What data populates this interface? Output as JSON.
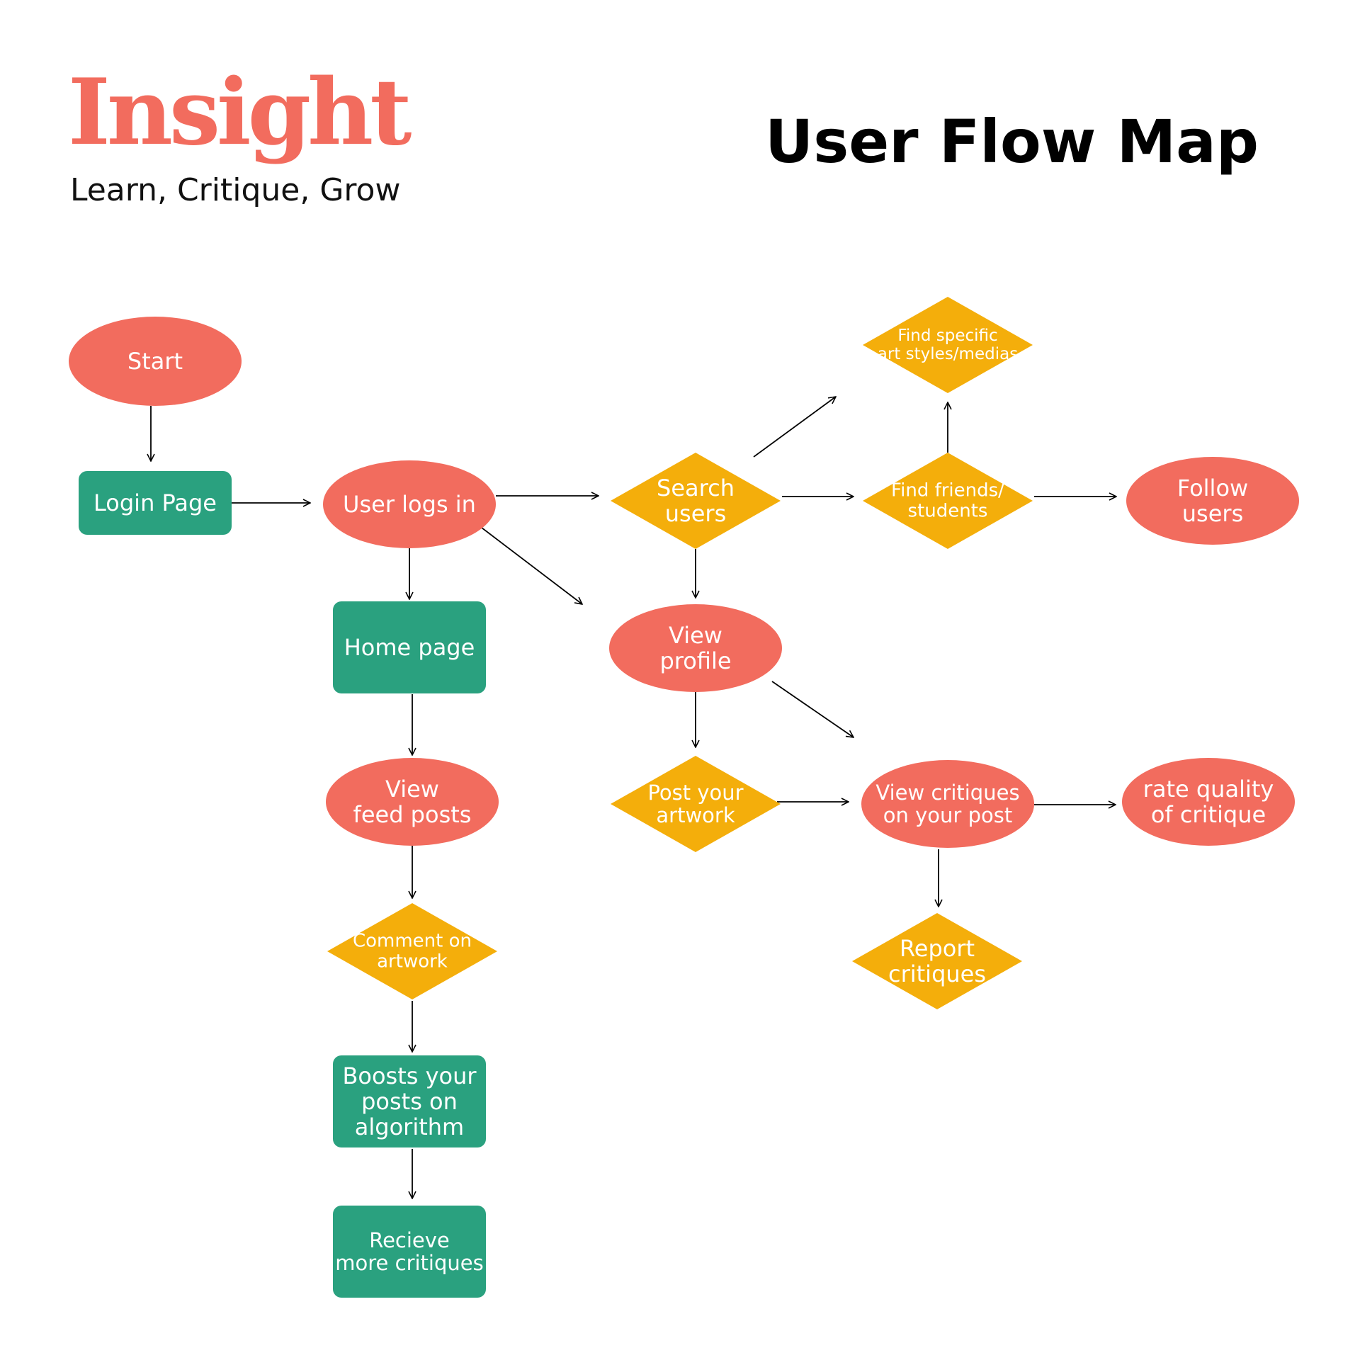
{
  "header": {
    "logo": "Insight",
    "tagline": "Learn, Critique, Grow",
    "title": "User Flow Map"
  },
  "colors": {
    "coral": "#f26c5e",
    "teal": "#2aa17f",
    "amber": "#f4ae0b",
    "edge": "#000000",
    "text": "#ffffff"
  },
  "nodes": [
    {
      "id": "start",
      "shape": "ellipse",
      "color": "coral",
      "lines": [
        "Start"
      ]
    },
    {
      "id": "login-page",
      "shape": "rect",
      "color": "teal",
      "lines": [
        "Login Page"
      ]
    },
    {
      "id": "user-logs-in",
      "shape": "ellipse",
      "color": "coral",
      "lines": [
        "User logs in"
      ]
    },
    {
      "id": "search-users",
      "shape": "diamond",
      "color": "amber",
      "lines": [
        "Search",
        "users"
      ]
    },
    {
      "id": "find-art-styles",
      "shape": "diamond",
      "color": "amber",
      "lines": [
        "Find specific",
        "art styles/medias"
      ]
    },
    {
      "id": "find-friends",
      "shape": "diamond",
      "color": "amber",
      "lines": [
        "Find friends/",
        "students"
      ]
    },
    {
      "id": "follow-users",
      "shape": "ellipse",
      "color": "coral",
      "lines": [
        "Follow",
        "users"
      ]
    },
    {
      "id": "home-page",
      "shape": "rect",
      "color": "teal",
      "lines": [
        "Home page"
      ]
    },
    {
      "id": "view-profile",
      "shape": "ellipse",
      "color": "coral",
      "lines": [
        "View",
        "profile"
      ]
    },
    {
      "id": "view-feed-posts",
      "shape": "ellipse",
      "color": "coral",
      "lines": [
        "View",
        "feed posts"
      ]
    },
    {
      "id": "post-artwork",
      "shape": "diamond",
      "color": "amber",
      "lines": [
        "Post your",
        "artwork"
      ]
    },
    {
      "id": "view-critiques",
      "shape": "ellipse",
      "color": "coral",
      "lines": [
        "View critiques",
        "on your post"
      ]
    },
    {
      "id": "rate-critique",
      "shape": "ellipse",
      "color": "coral",
      "lines": [
        "rate quality",
        "of critique"
      ]
    },
    {
      "id": "comment-artwork",
      "shape": "diamond",
      "color": "amber",
      "lines": [
        "Comment on",
        "artwork"
      ]
    },
    {
      "id": "report-critiques",
      "shape": "diamond",
      "color": "amber",
      "lines": [
        "Report",
        "critiques"
      ]
    },
    {
      "id": "boosts-posts",
      "shape": "rect",
      "color": "teal",
      "lines": [
        "Boosts your",
        "posts on",
        "algorithm"
      ]
    },
    {
      "id": "recieve-critiques",
      "shape": "rect",
      "color": "teal",
      "lines": [
        "Recieve",
        "more critiques"
      ]
    }
  ],
  "edges": [
    {
      "from": "start",
      "to": "login-page"
    },
    {
      "from": "login-page",
      "to": "user-logs-in"
    },
    {
      "from": "user-logs-in",
      "to": "search-users"
    },
    {
      "from": "user-logs-in",
      "to": "home-page"
    },
    {
      "from": "user-logs-in",
      "to": "view-profile"
    },
    {
      "from": "search-users",
      "to": "find-art-styles"
    },
    {
      "from": "search-users",
      "to": "find-friends"
    },
    {
      "from": "search-users",
      "to": "view-profile"
    },
    {
      "from": "find-friends",
      "to": "find-art-styles"
    },
    {
      "from": "find-friends",
      "to": "follow-users"
    },
    {
      "from": "home-page",
      "to": "view-feed-posts"
    },
    {
      "from": "view-feed-posts",
      "to": "comment-artwork"
    },
    {
      "from": "comment-artwork",
      "to": "boosts-posts"
    },
    {
      "from": "boosts-posts",
      "to": "recieve-critiques"
    },
    {
      "from": "view-profile",
      "to": "post-artwork"
    },
    {
      "from": "view-profile",
      "to": "view-critiques"
    },
    {
      "from": "post-artwork",
      "to": "view-critiques"
    },
    {
      "from": "view-critiques",
      "to": "rate-critique"
    },
    {
      "from": "view-critiques",
      "to": "report-critiques"
    }
  ]
}
